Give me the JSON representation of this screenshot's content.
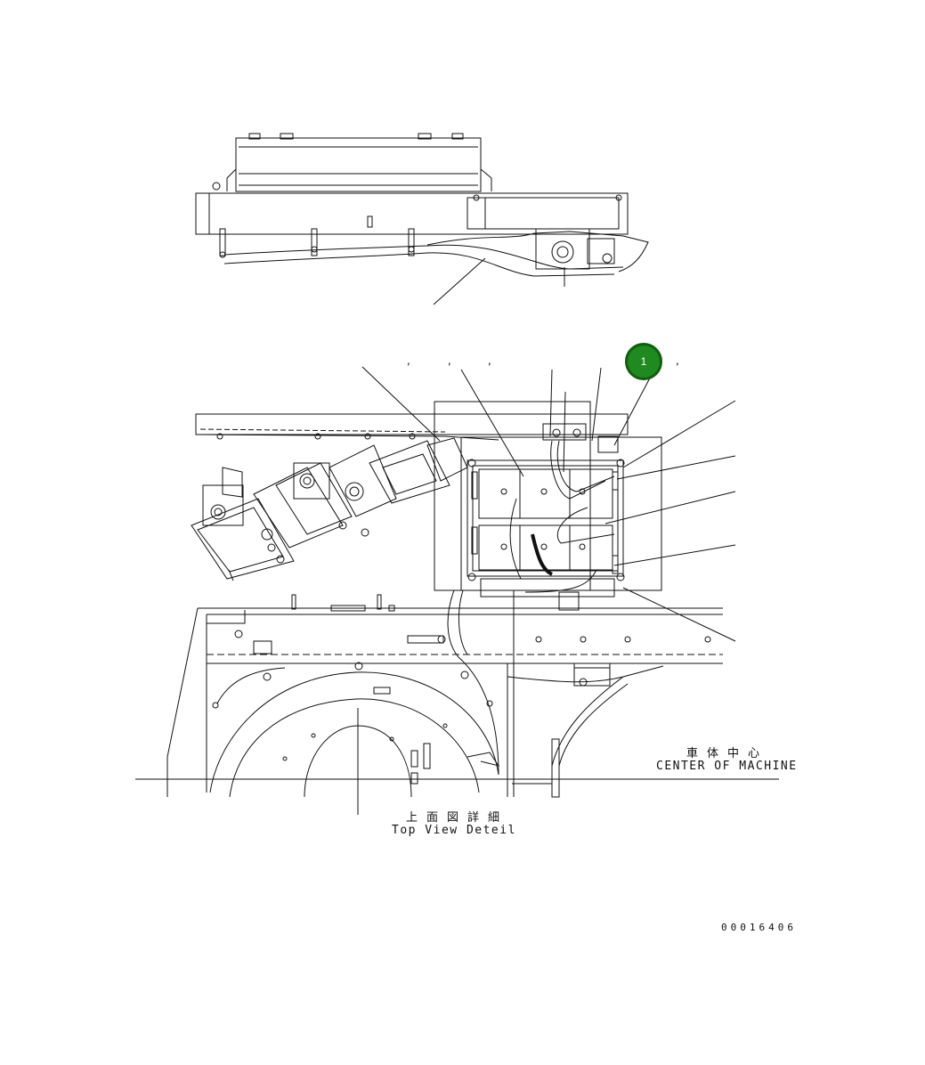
{
  "labels": {
    "center_jp": "車体中心",
    "center_en": "CENTER OF MACHINE",
    "view_jp": "上面図詳細",
    "view_en": "Top View Deteil",
    "drawing_code": "00016406",
    "commas": [
      ",",
      ",",
      ",",
      ","
    ]
  },
  "callout": {
    "number": "1",
    "color": "#1f8a1f",
    "ring": "#0f5f0f"
  },
  "colors": {
    "line": "#111111",
    "background": "#ffffff"
  }
}
